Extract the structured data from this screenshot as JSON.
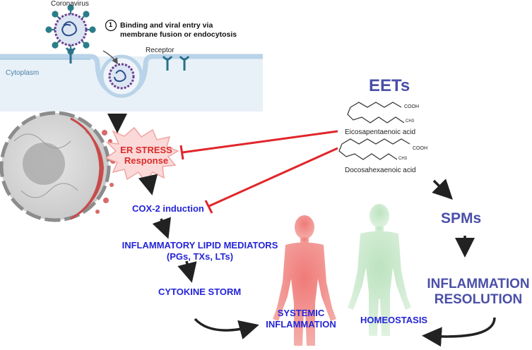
{
  "virus_panel": {
    "coronavirus_label": "Coronavirus",
    "step_number": "1",
    "step_text_line1": "Binding and viral entry via",
    "step_text_line2": "membrane fusion or endocytosis",
    "receptor_label": "Receptor",
    "cytoplasm_label": "Cytoplasm"
  },
  "er_stress": {
    "line1": "ER STRESS",
    "line2": "Response"
  },
  "pathway": {
    "cox2": "COX-2 induction",
    "lipid_line1": "INFLAMMATORY LIPID MEDIATORS",
    "lipid_line2": "(PGs, TXs, LTs)",
    "cytokine": "CYTOKINE STORM",
    "systemic_line1": "SYSTEMIC",
    "systemic_line2": "INFLAMMATION",
    "homeostasis": "HOMEOSTASIS"
  },
  "eets": {
    "title": "EETs",
    "molecule1_name": "Eicosapentaenoic acid",
    "molecule2_name": "Docosahexaenoic acid",
    "cooh": "COOH",
    "ch3": "CH3"
  },
  "resolution": {
    "spms": "SPMs",
    "line1": "INFLAMMATION",
    "line2": "RESOLUTION"
  },
  "colors": {
    "pathway_blue": "#2424d8",
    "er_red": "#d92b2b",
    "resolution_purple": "#4a4fa8",
    "inhibit_red": "#e0262a",
    "membrane_blue": "#b9d3e8"
  },
  "icons": [
    "coronavirus-icon",
    "receptor-icon",
    "endosome-icon",
    "cell-nucleus-icon",
    "endoplasmic-reticulum-icon",
    "er-stress-burst-icon",
    "human-inflamed-icon",
    "human-healthy-icon",
    "molecule-structure-icon"
  ]
}
